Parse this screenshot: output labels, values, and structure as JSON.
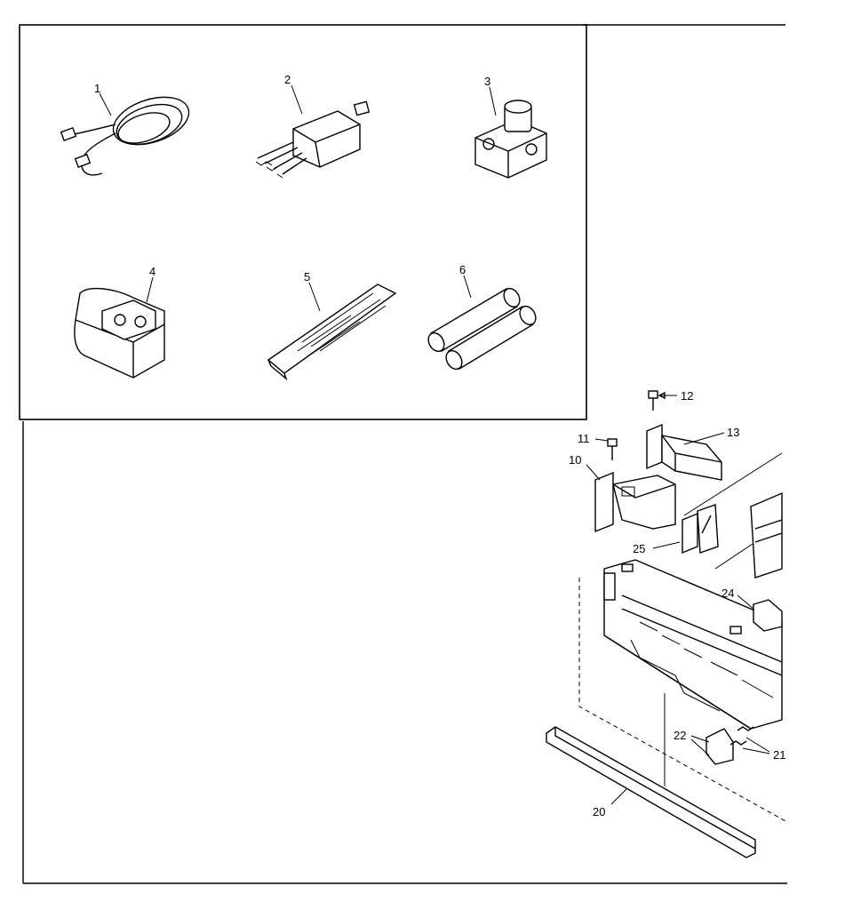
{
  "callouts": {
    "p1": "1",
    "p2": "2",
    "p3": "3",
    "p4": "4",
    "p5": "5",
    "p6": "6",
    "p10": "10",
    "p11": "11",
    "p12": "12",
    "p13": "13",
    "p20": "20",
    "p21": "21",
    "p22": "22",
    "p24": "24",
    "p25": "25"
  }
}
